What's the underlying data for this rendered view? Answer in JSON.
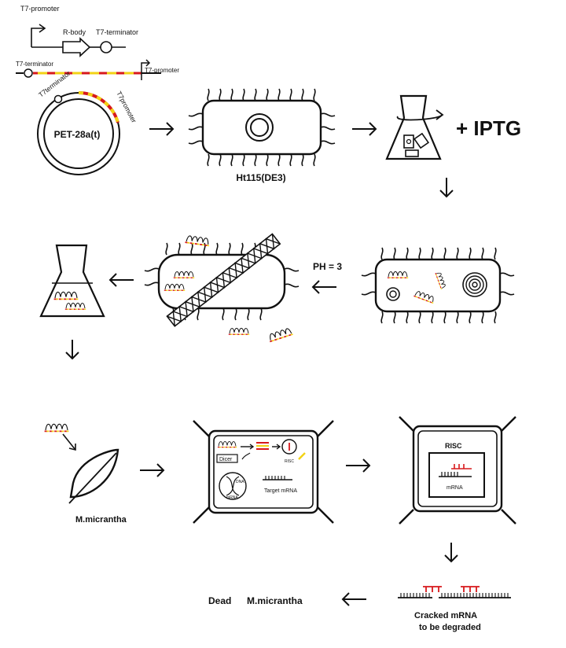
{
  "colors": {
    "ink": "#111111",
    "red": "#d7191c",
    "yellow": "#f2d215",
    "background": "#ffffff"
  },
  "labels": {
    "t7_promoter_top": "T7-promoter",
    "r_body": "R-body",
    "t7_terminator_top": "T7-terminator",
    "t7_terminator_line": "T7-terminator",
    "t7_promoter_line": "T7-promoter",
    "t7terminator_arc": "T7terminator",
    "t7promoter_arc": "T7promoter",
    "plasmid": "PET-28a(t)",
    "bacterium": "Ht115(DE3)",
    "iptg": "+ IPTG",
    "ph": "PH = 3",
    "plant": "M.micrantha",
    "dicer": "Dicer",
    "risc_small": "RISC",
    "dna": "DNA",
    "mrna_small": "mRNA",
    "target_mrna": "Target mRNA",
    "risc_big": "RISC",
    "mrna_big": "mRNA",
    "cracked_line1": "Cracked mRNA",
    "cracked_line2": "to be degraded",
    "dead": "Dead",
    "dead_species": "M.micrantha"
  },
  "icons": [
    "plasmid-icon",
    "bacterium-icon",
    "flask-icon",
    "leaf-icon",
    "plant-cell-icon",
    "dna-icon",
    "dsrna-icon",
    "arrow-icon"
  ]
}
